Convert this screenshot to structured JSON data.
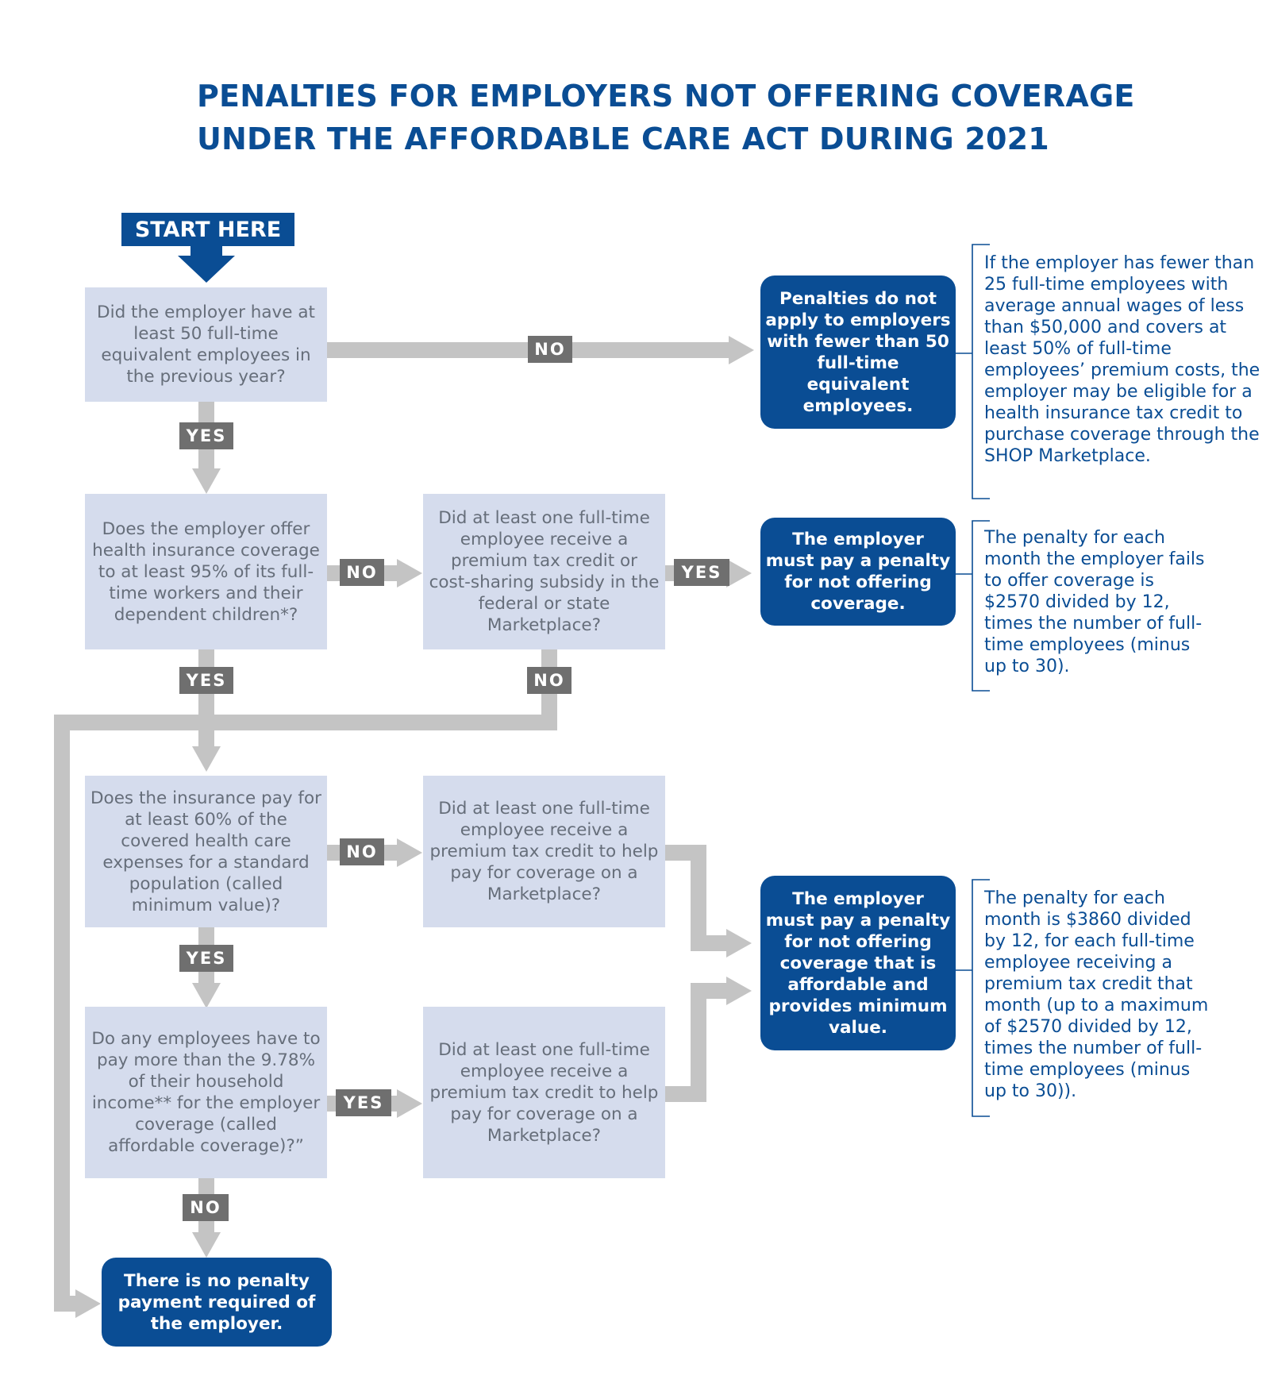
{
  "title": {
    "line1": "PENALTIES FOR EMPLOYERS NOT OFFERING COVERAGE",
    "line2": "UNDER THE AFFORDABLE CARE ACT DURING  2021"
  },
  "start": "START HERE",
  "questions": {
    "q1": "Did the employer have at least 50 full-time equivalent employees in the previous year?",
    "q2": "Does the employer offer health insurance coverage to at least 95% of its full-time workers and their dependent children*?",
    "q3": "Did at least one full-time employee receive a premium tax credit or cost-sharing subsidy in the federal or state Marketplace?",
    "q4": "Does the insurance pay for at least 60% of the covered health care expenses for a standard population (called minimum value)?",
    "q5": "Did at least one full-time employee receive a premium tax credit to help pay for coverage on a Marketplace?",
    "q6": "Do any employees have to pay more than the 9.78% of their household income** for the employer coverage (called affordable coverage)?”",
    "q7": "Did at least one full-time employee receive a premium tax credit to help pay for coverage on a Marketplace?"
  },
  "outcomes": {
    "o1": "Penalties do not apply to employers with fewer than 50 full-time equivalent employees.",
    "o2": "The employer must pay a penalty for not offering coverage.",
    "o3": "The employer must pay a penalty for not offering coverage that is affordable and provides minimum value.",
    "o4": "There is no penalty payment required of the employer."
  },
  "notes": {
    "n1": "If the employer has fewer than 25 full-time employees with average annual wages of less than $50,000 and covers at least 50% of full-time employees’ premium costs, the employer may be eligible for a health insurance tax credit to purchase coverage through the SHOP Marketplace.",
    "n2": "The penalty for each month the employer fails to offer coverage is $2570 divided by 12, times the number of full-time employees (minus up to 30).",
    "n3": "The penalty for each month is $3860 divided by 12, for each full-time employee receiving a premium tax credit that month (up to a maximum of $2570 divided by 12, times the number of full-time employees (minus up to 30))."
  },
  "labels": {
    "yes": "YES",
    "no": "NO"
  },
  "colors": {
    "brand_blue": "#0a4d94",
    "question_fill": "#d5dced",
    "connector_gray": "#c4c4c4",
    "label_gray": "#6f6f6f"
  }
}
